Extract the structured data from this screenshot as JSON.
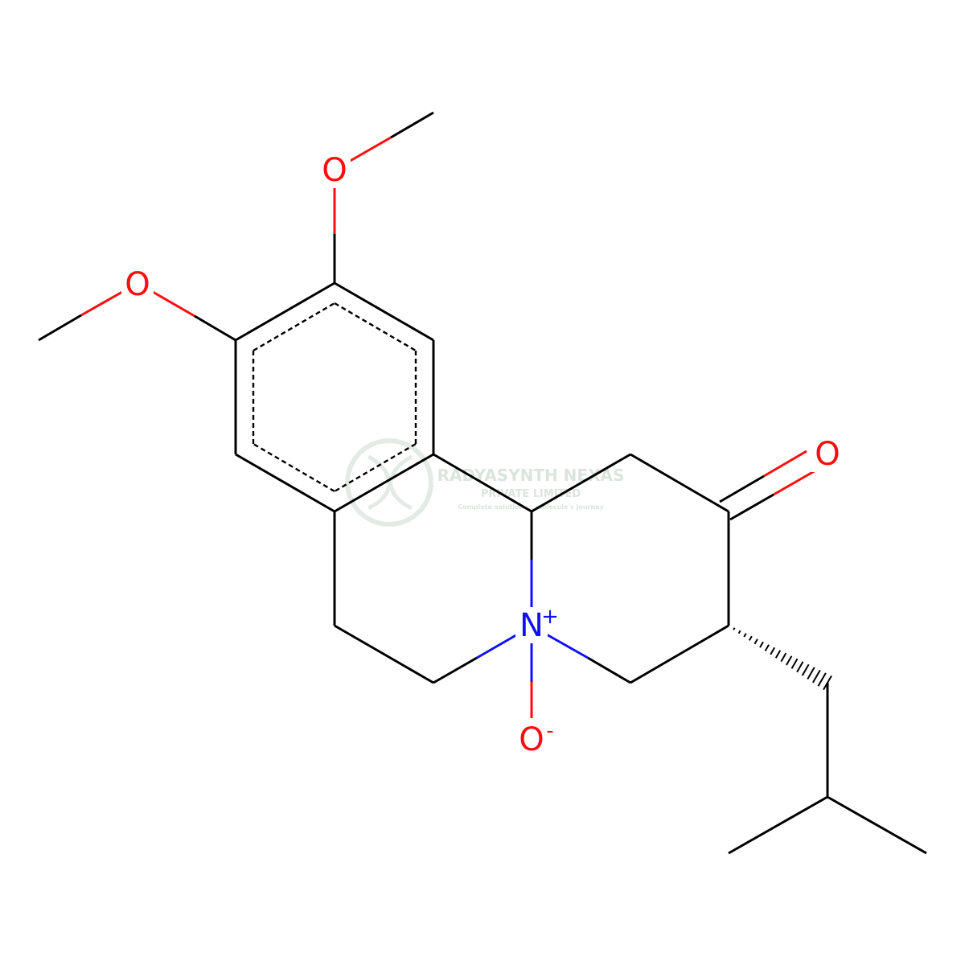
{
  "molecule": {
    "atoms": {
      "o_methoxy_top": "O",
      "o_methoxy_left": "O",
      "o_ketone": "O",
      "n_oxide": "N",
      "n_charge": "+",
      "o_oxide": "O",
      "o_charge": "-"
    },
    "colors": {
      "carbon_bond": "#000000",
      "oxygen": "#ff0d0d",
      "nitrogen": "#1010ff"
    }
  },
  "watermark": {
    "company_line1": "RADYASYNTH NEXAS",
    "company_line2": "PRIVATE LIMITED",
    "tagline": "Complete solution ... molecule's journey"
  }
}
